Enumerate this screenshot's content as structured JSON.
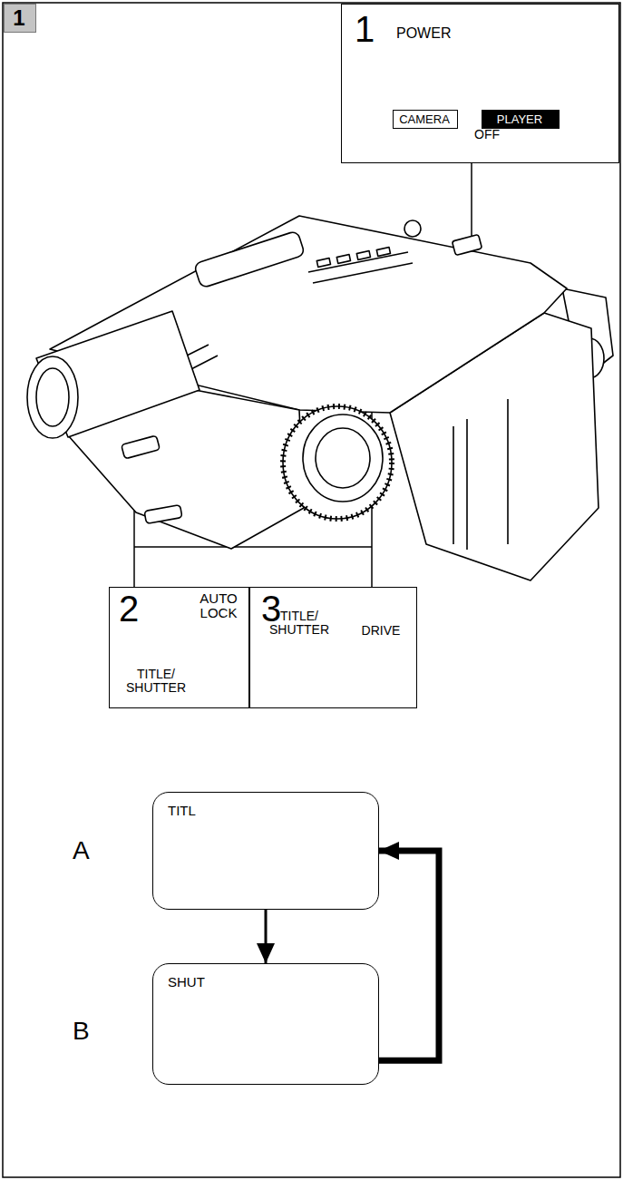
{
  "diagram": {
    "nodes": [
      {
        "text": [
          "1"
        ]
      },
      {
        "text": [
          "1",
          "POWER",
          "OFF"
        ]
      },
      {
        "text": [
          "CAMERA"
        ],
        "in": 1
      },
      {
        "text": [
          "PLAYER"
        ],
        "in": 1
      },
      {
        "text": [
          "2",
          "AUTO LOCK",
          "TITLE/ SHUTTER"
        ]
      },
      {
        "text": [
          "3",
          "TITLE/ SHUTTER",
          "DRIVE"
        ]
      },
      {
        "text": [
          "TITL"
        ]
      },
      {
        "text": [
          "SHUT"
        ]
      }
    ],
    "edges": [
      {
        "from": 6,
        "to": 7,
        "arrow": "to"
      },
      {
        "from": 7,
        "to": 6,
        "arrow": "to"
      }
    ],
    "labels": [
      "A",
      "B"
    ]
  }
}
